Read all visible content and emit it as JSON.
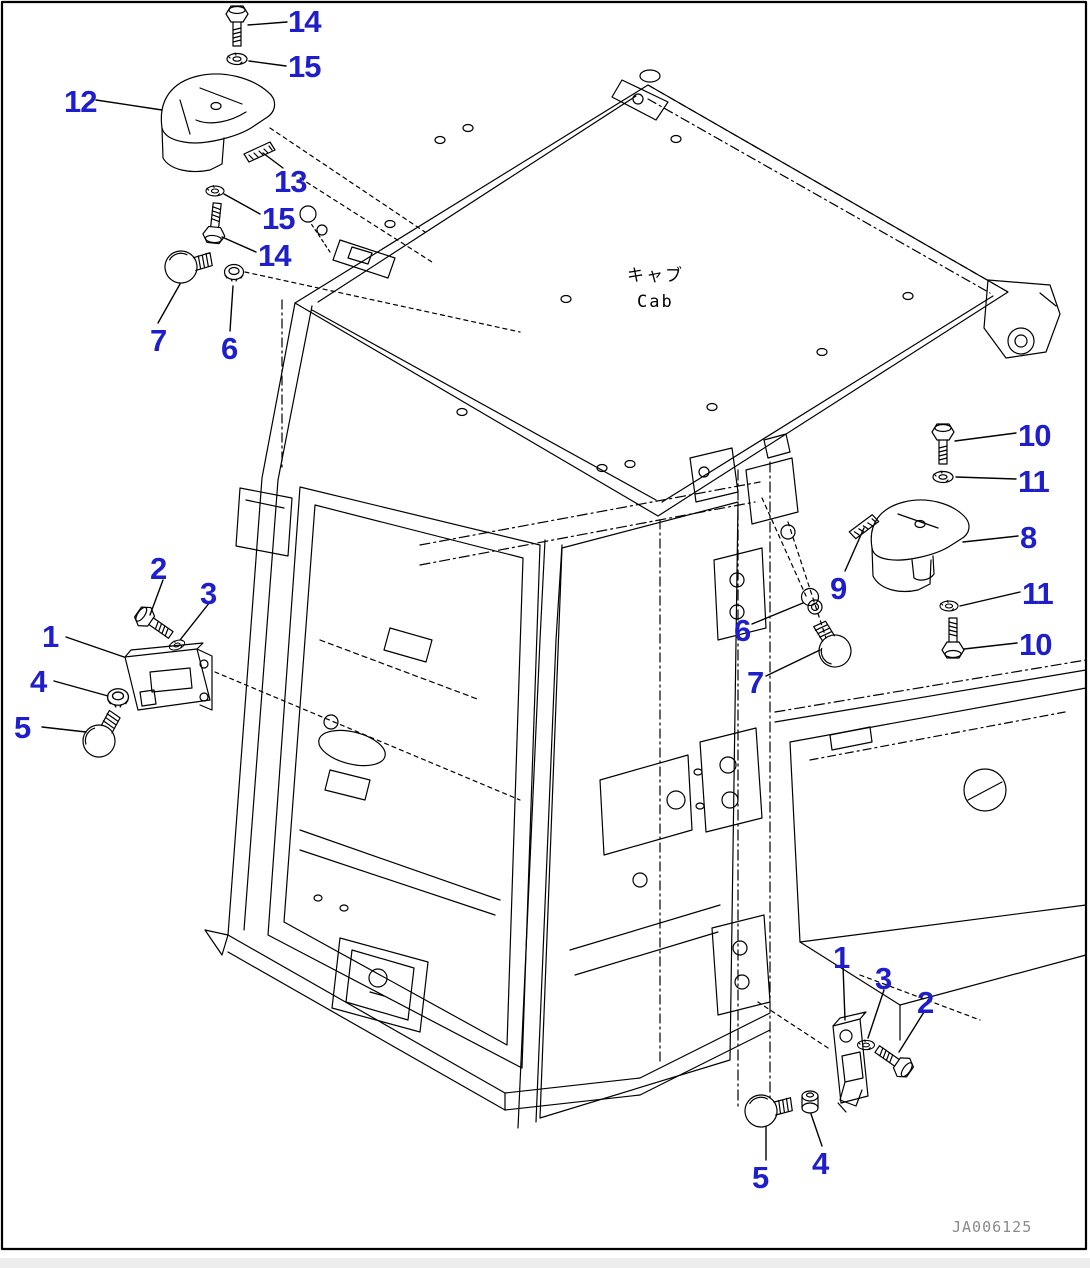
{
  "diagram": {
    "title_jp": "キャブ",
    "title_en": "Cab",
    "drawing_id": "JA006125",
    "callout_color": "#1e1ecc",
    "line_color": "#000000",
    "background_color": "#ffffff",
    "id_text_color": "#8a8a8a"
  },
  "callouts": [
    {
      "label": "14"
    },
    {
      "label": "15"
    },
    {
      "label": "12"
    },
    {
      "label": "13"
    },
    {
      "label": "15"
    },
    {
      "label": "14"
    },
    {
      "label": "7"
    },
    {
      "label": "6"
    },
    {
      "label": "10"
    },
    {
      "label": "11"
    },
    {
      "label": "8"
    },
    {
      "label": "9"
    },
    {
      "label": "11"
    },
    {
      "label": "10"
    },
    {
      "label": "6"
    },
    {
      "label": "7"
    },
    {
      "label": "2"
    },
    {
      "label": "3"
    },
    {
      "label": "1"
    },
    {
      "label": "4"
    },
    {
      "label": "5"
    },
    {
      "label": "1"
    },
    {
      "label": "3"
    },
    {
      "label": "2"
    },
    {
      "label": "5"
    },
    {
      "label": "4"
    }
  ],
  "part_pictograms": {
    "1": "mounting-bracket",
    "2": "bolt",
    "3": "washer",
    "4": "nut",
    "5": "knob",
    "6": "nut",
    "7": "knob",
    "8": "cover",
    "9": "clip",
    "10": "bolt",
    "11": "washer",
    "12": "cover",
    "13": "clip",
    "14": "bolt",
    "15": "lock-washer"
  }
}
